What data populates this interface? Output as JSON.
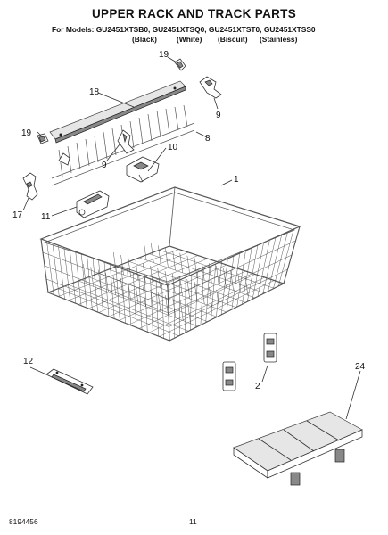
{
  "header": {
    "title": "UPPER RACK AND TRACK PARTS",
    "models_line": "For Models: GU2451XTSB0, GU2451XTSQ0, GU2451XTST0, GU2451XTSS0",
    "variants": [
      "(Black)",
      "(White)",
      "(Biscuit)",
      "(Stainless)"
    ]
  },
  "callouts": {
    "c19_top": "19",
    "c18": "18",
    "c9_top": "9",
    "c19_left": "19",
    "c8": "8",
    "c10": "10",
    "c9_mid": "9",
    "c1": "1",
    "c17": "17",
    "c11": "11",
    "c12": "12",
    "c2": "2",
    "c24": "24"
  },
  "footer": {
    "part_number": "8194456",
    "page_number": "11"
  }
}
